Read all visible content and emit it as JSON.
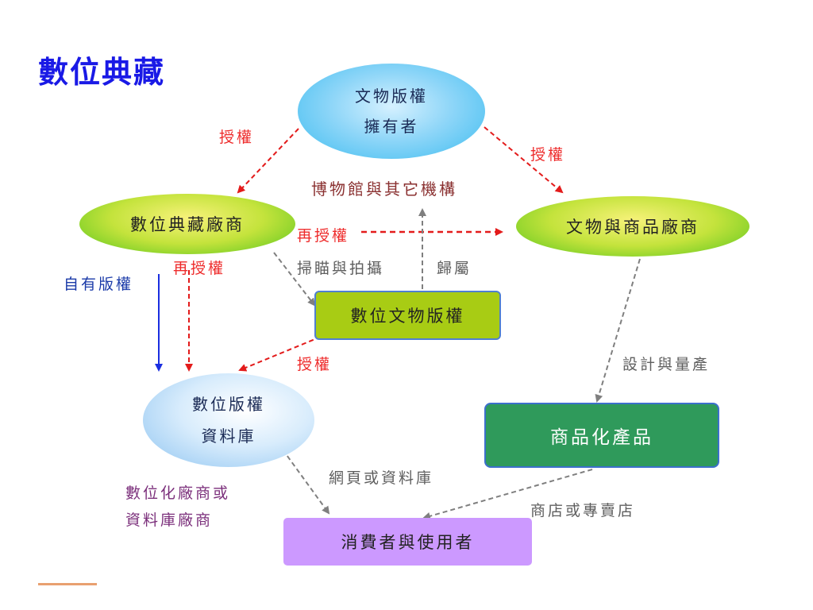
{
  "slide": {
    "title": "數位典藏"
  },
  "nodes": {
    "owner": {
      "line1": "文物版權",
      "line2": "擁有者"
    },
    "digital_vendor": "數位典藏廠商",
    "goods_vendor": "文物與商品廠商",
    "digital_rights": "數位文物版權",
    "database": {
      "line1": "數位版權",
      "line2": "資料庫"
    },
    "product": "商品化產品",
    "consumer": "消費者與使用者"
  },
  "labels": {
    "license_left": "授權",
    "license_right": "授權",
    "museum": "博物館與其它機構",
    "sublicense_right": "再授權",
    "sublicense_down": "再授權",
    "own_copyright": "自有版權",
    "scan_photo": "掃瞄與拍攝",
    "belongs": "歸屬",
    "license_db": "授權",
    "design_production": "設計與量產",
    "web_or_db": "網頁或資料庫",
    "vendor_type_line1": "數位化廠商或",
    "vendor_type_line2": "資料庫廠商",
    "shop": "商店或專賣店"
  },
  "colors": {
    "title": "#1a1ae6",
    "license_arrow": "#e31b1b",
    "process_arrow": "#7f7f7f",
    "own_copyright_arrow": "#1a2ee0"
  }
}
